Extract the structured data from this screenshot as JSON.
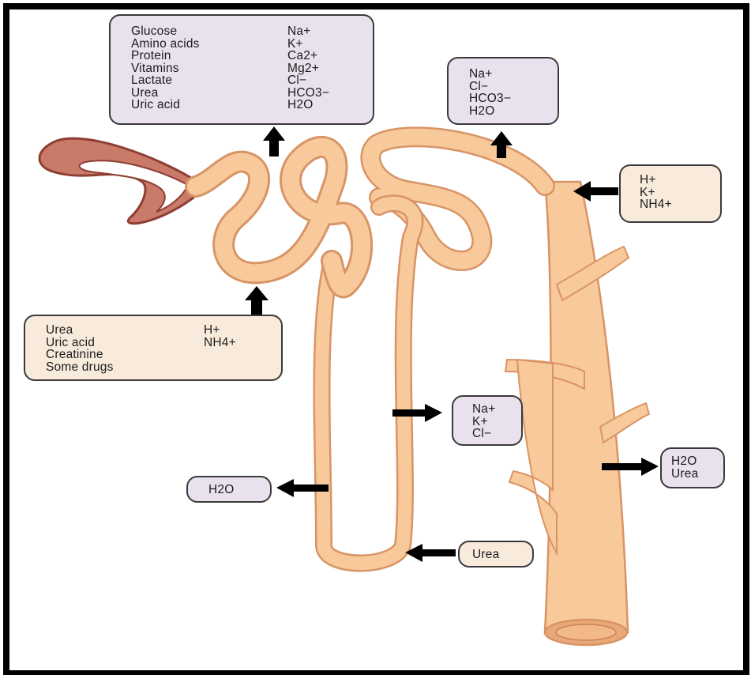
{
  "colors": {
    "tubule_fill": "#f8c99a",
    "tubule_edge": "#d99466",
    "tubule_shadow": "#e8a877",
    "capsule_fill": "#c97a68",
    "capsule_edge": "#8e3e33",
    "box_secreted": "#f8ebdc",
    "box_reabsorbed": "#e9e1ee",
    "arrow": "#000000"
  },
  "labels": {
    "pct_reabsorption": {
      "left_col": [
        "Glucose",
        "Amino acids",
        "Protein",
        "Vitamins",
        "Lactate",
        "Urea",
        "Uric acid"
      ],
      "right_col": [
        "Na+",
        "K+",
        "Ca2+",
        "Mg2+",
        "Cl−",
        "HCO3−",
        "H2O"
      ]
    },
    "dct_reabsorption": [
      "Na+",
      "Cl−",
      "HCO3−",
      "H2O"
    ],
    "dct_secretion": [
      "H+",
      "K+",
      "NH4+"
    ],
    "pct_secretion": {
      "left_col": [
        "Urea",
        "Uric acid",
        "Creatinine",
        "Some drugs"
      ],
      "right_col": [
        "H+",
        "NH4+"
      ]
    },
    "ascending_limb": [
      "Na+",
      "K+",
      "Cl−"
    ],
    "collecting_duct": [
      "H2O",
      "Urea"
    ],
    "descending_limb": "H2O",
    "loop_tip": "Urea"
  }
}
